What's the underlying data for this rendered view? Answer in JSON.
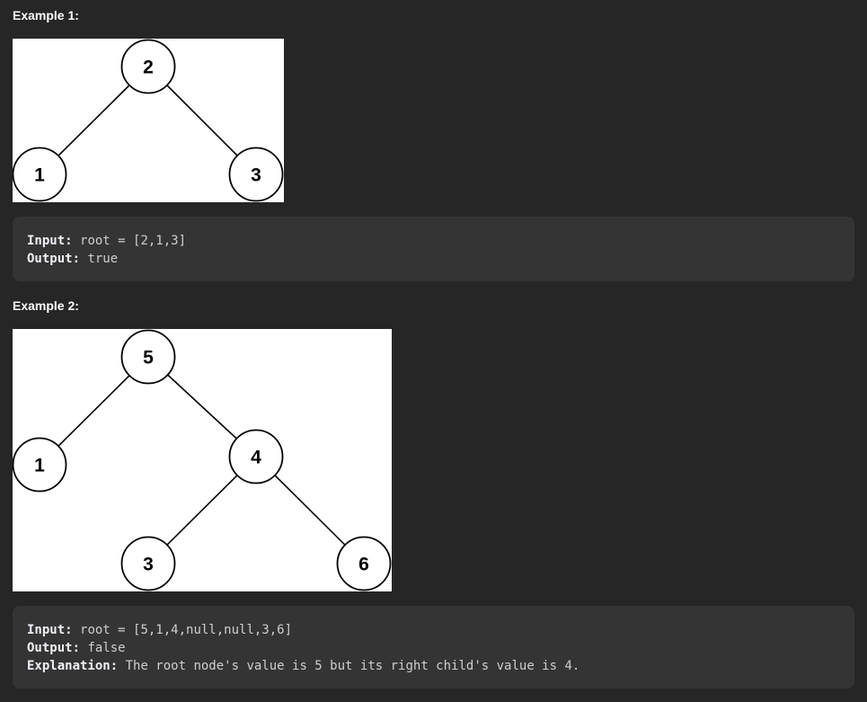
{
  "examples": [
    {
      "heading": "Example 1:",
      "tree": {
        "nodes": [
          "2",
          "1",
          "3"
        ]
      },
      "input_label": "Input:",
      "input_value": "root = [2,1,3]",
      "output_label": "Output:",
      "output_value": "true"
    },
    {
      "heading": "Example 2:",
      "tree": {
        "nodes": [
          "5",
          "1",
          "4",
          "3",
          "6"
        ]
      },
      "input_label": "Input:",
      "input_value": "root = [5,1,4,null,null,3,6]",
      "output_label": "Output:",
      "output_value": "false",
      "explanation_label": "Explanation:",
      "explanation_value": "The root node's value is 5 but its right child's value is 4."
    }
  ],
  "colors": {
    "background": "#262626",
    "code_background": "#343434",
    "figure_background": "#ffffff"
  }
}
